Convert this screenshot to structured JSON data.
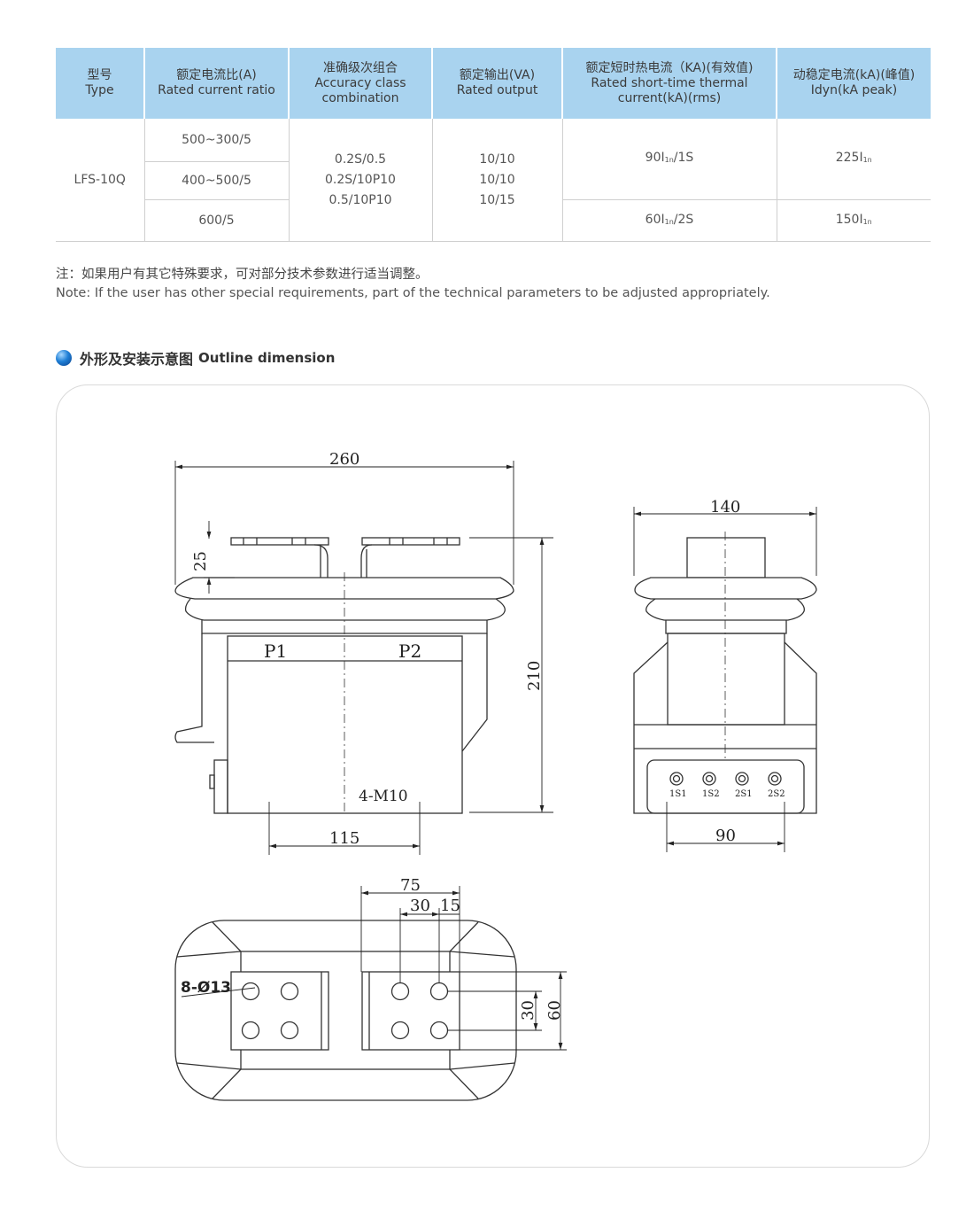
{
  "table": {
    "headers": [
      {
        "cn": "型号",
        "en": "Type"
      },
      {
        "cn": "额定电流比(A)",
        "en": "Rated current ratio"
      },
      {
        "cn": "准确级次组合",
        "en": "Accuracy class combination"
      },
      {
        "cn": "额定输出(VA)",
        "en": "Rated output"
      },
      {
        "cn": "额定短时热电流（KA)(有效值)",
        "en": "Rated short-time thermal current(kA)(rms)"
      },
      {
        "cn": "动稳定电流(kA)(峰值)",
        "en": "Idyn(kA peak)"
      }
    ],
    "type": "LFS-10Q",
    "ratios": [
      "500~300/5",
      "400~500/5",
      "600/5"
    ],
    "accuracy": [
      "0.2S/0.5",
      "0.2S/10P10",
      "0.5/10P10"
    ],
    "output": [
      "10/10",
      "10/10",
      "10/15"
    ],
    "thermal": [
      {
        "value": "90I",
        "sub": "1n",
        "suffix": "/1S"
      },
      {
        "value": "60I",
        "sub": "1n",
        "suffix": "/2S"
      }
    ],
    "dynamic": [
      {
        "value": "225I",
        "sub": "1n"
      },
      {
        "value": "150I",
        "sub": "1n"
      }
    ]
  },
  "note": {
    "cn": "注：如果用户有其它特殊要求，可对部分技术参数进行适当调整。",
    "en": "Note: If the user has other special requirements, part of the technical  parameters to be adjusted appropriately."
  },
  "section": {
    "cn": "外形及安装示意图",
    "en": "Outline dimension"
  },
  "drawing": {
    "front_width": "260",
    "front_height": "210",
    "top_offset": "25",
    "mount_spacing": "115",
    "mount_bolts": "4-M10",
    "primary_1": "P1",
    "primary_2": "P2",
    "side_width": "140",
    "terminal_spacing": "90",
    "terminals": [
      "1S1",
      "1S2",
      "2S1",
      "2S2"
    ],
    "top_dim_75": "75",
    "top_dim_30": "30",
    "top_dim_15": "15",
    "holes": "8-Ø13",
    "vert_30": "30",
    "vert_60": "60"
  }
}
